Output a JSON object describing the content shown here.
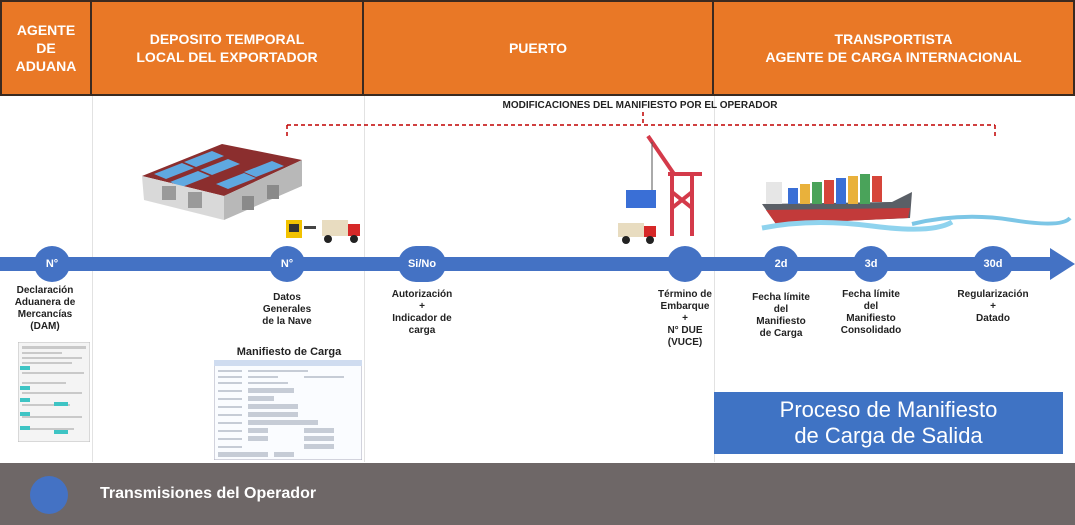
{
  "headers": {
    "customs_agent": "AGENTE\nDE\nADUANA",
    "deposit": "DEPOSITO TEMPORAL\nLOCAL DEL EXPORTADOR",
    "port": "PUERTO",
    "carrier": "TRANSPORTISTA\nAGENTE DE CARGA INTERNACIONAL"
  },
  "modifications_label": "MODIFICACIONES DEL MANIFIESTO POR EL OPERADOR",
  "nodes": {
    "n1": "N°",
    "n2": "N°",
    "n3": "Si/No",
    "n4": "",
    "n5": "2d",
    "n6": "3d",
    "n7": "30d"
  },
  "steps": {
    "dam": "Declaración\nAduanera de\nMercancías\n(DAM)",
    "ship_data": "Datos\nGenerales\nde la Nave",
    "authorization": "Autorización\n+\nIndicador de\ncarga",
    "shipment_end": "Término de\nEmbarque\n+\nN° DUE\n(VUCE)",
    "cargo_deadline": "Fecha límite\ndel\nManifiesto\nde Carga",
    "consolidated_deadline": "Fecha límite\ndel\nManifiesto\nConsolidado",
    "regularization": "Regularización\n+\nDatado"
  },
  "manifest_label": "Manifiesto de Carga",
  "process_box": "Proceso de Manifiesto\nde Carga de Salida",
  "legend": "Transmisiones del Operador",
  "colors": {
    "header_orange": "#E97826",
    "timeline_blue": "#4472C4",
    "process_box_blue": "#3F73C4",
    "footer_gray": "#6E6767",
    "dashed_red": "#C00000"
  }
}
